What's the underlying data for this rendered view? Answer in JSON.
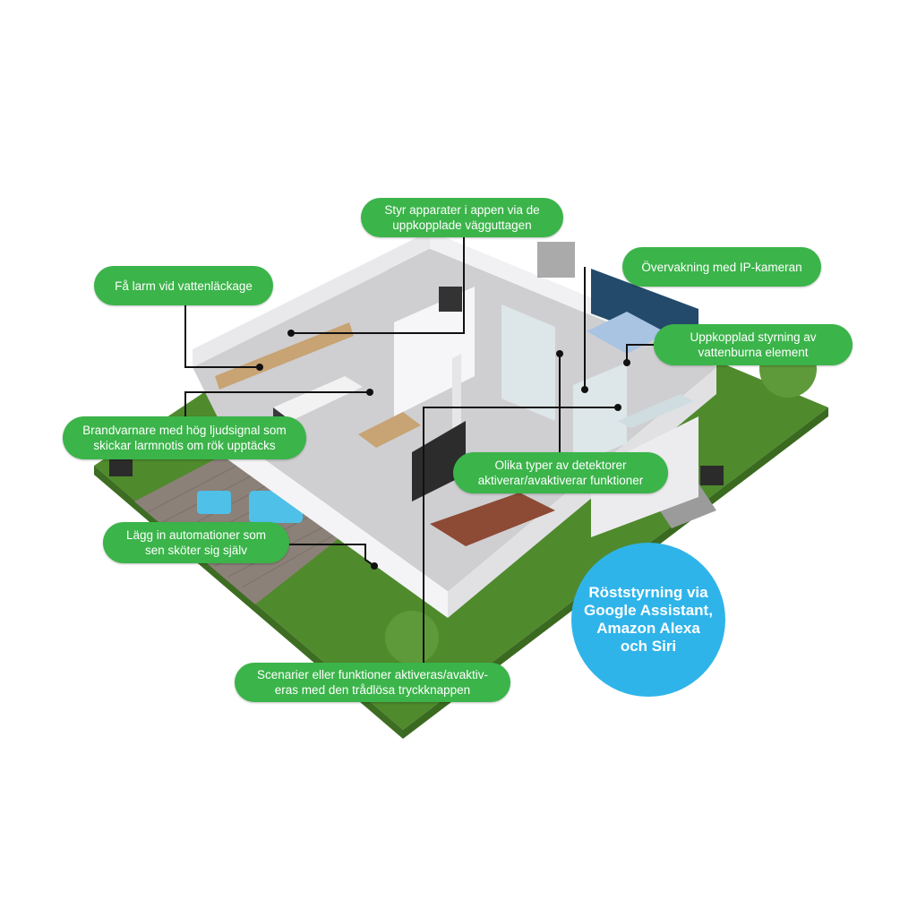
{
  "callouts": {
    "appliances": "Styr apparater i appen via de\nuppkopplade vägguttagen",
    "water_leak": "Få larm vid vattenläckage",
    "ip_camera": "Övervakning med IP-kameran",
    "heating": "Uppkopplad styrning av\nvattenburna element",
    "smoke": "Brandvarnare med hög ljudsignal som\nskickar larmnotis om rök upptäcks",
    "detectors": "Olika typer av detektorer\naktiverar/avaktiverar funktioner",
    "automation": "Lägg in automationer som\nsen sköter sig själv",
    "scenarios": "Scenarier eller funktioner aktiveras/avaktiv-\neras med den trådlösa tryckknappen"
  },
  "voice_badge": "Röststyrning via\nGoogle Assistant,\nAmazon Alexa\noch Siri",
  "colors": {
    "callout_green": "#3bb44a",
    "badge_blue": "#2fb4ea",
    "lawn": "#4f8a2c",
    "floor": "#cfcfd2",
    "wall": "#e9e9ec",
    "deck": "#8b8178"
  }
}
